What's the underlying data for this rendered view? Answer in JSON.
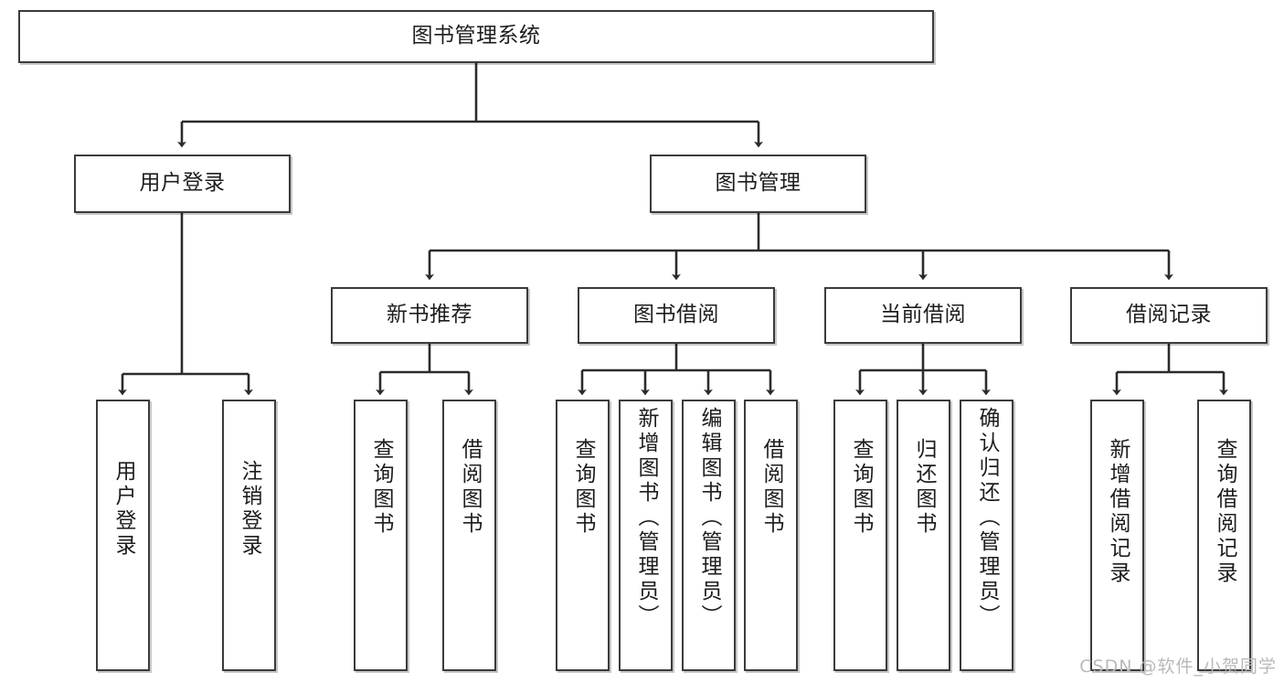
{
  "diagram": {
    "title": "图书管理系统",
    "type": "tree-hierarchy",
    "watermark": "CSDN @软件_小贺同学",
    "colors": {
      "box_border": "#3b3b3b",
      "box_fill": "#ffffff",
      "edge": "#2b2b2b",
      "text": "#1d1d1d",
      "watermark": "#b9b9b9",
      "background": "#ffffff"
    },
    "nodes": {
      "root": {
        "label": "图书管理系统"
      },
      "level2": [
        {
          "label": "用户登录"
        },
        {
          "label": "图书管理"
        }
      ],
      "level3": [
        {
          "label": "新书推荐"
        },
        {
          "label": "图书借阅"
        },
        {
          "label": "当前借阅"
        },
        {
          "label": "借阅记录"
        }
      ],
      "leaves": {
        "user_login": [
          {
            "label": "用户登录"
          },
          {
            "label": "注销登录"
          }
        ],
        "new_book_recommend": [
          {
            "label": "查询图书"
          },
          {
            "label": "借阅图书"
          }
        ],
        "book_borrow": [
          {
            "label": "查询图书"
          },
          {
            "label": "新增图书（管理员）"
          },
          {
            "label": "编辑图书（管理员）"
          },
          {
            "label": "借阅图书"
          }
        ],
        "current_borrow": [
          {
            "label": "查询图书"
          },
          {
            "label": "归还图书"
          },
          {
            "label": "确认归还（管理员）"
          }
        ],
        "borrow_record": [
          {
            "label": "新增借阅记录"
          },
          {
            "label": "查询借阅记录"
          }
        ]
      }
    }
  }
}
